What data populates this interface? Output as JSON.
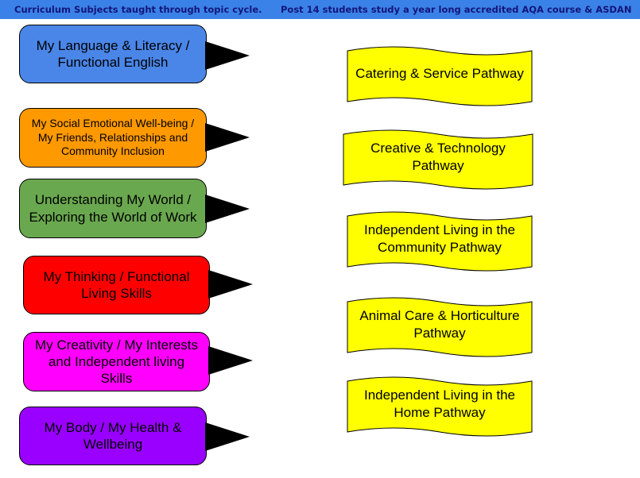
{
  "banner": {
    "left_text": "Curriculum Subjects taught through topic cycle.",
    "right_text": "Post 14 students study a year long accredited AQA course  & ASDAN"
  },
  "subjects": [
    {
      "label": "My Language & Literacy / Functional English",
      "color": "#4a86e8"
    },
    {
      "label": "My Social Emotional Well-being / My Friends, Relationships and Community Inclusion",
      "color": "#ff9900"
    },
    {
      "label": "Understanding My World / Exploring the World of Work",
      "color": "#6aa84f"
    },
    {
      "label": "My Thinking / Functional Living Skills",
      "color": "#ff0000"
    },
    {
      "label": "My Creativity / My Interests and Independent living Skills",
      "color": "#ff00ff"
    },
    {
      "label": "My Body / My Health & Wellbeing",
      "color": "#9900ff"
    }
  ],
  "pathways": [
    {
      "label": "Catering & Service Pathway"
    },
    {
      "label": "Creative & Technology Pathway"
    },
    {
      "label": "Independent Living in the Community Pathway"
    },
    {
      "label": "Animal Care & Horticulture Pathway"
    },
    {
      "label": "Independent Living in the Home Pathway"
    }
  ],
  "colors": {
    "banner": "#3b82e8",
    "banner_text": "#13167a",
    "pathway_fill": "#ffff00",
    "arrow": "#000000"
  }
}
